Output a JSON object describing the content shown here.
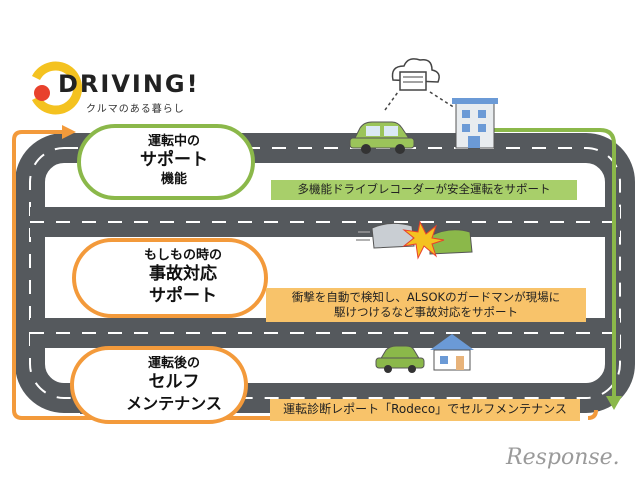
{
  "logo": {
    "title": "DRIVING!",
    "subtitle": "クルマのある暮らし",
    "colors": {
      "yellow": "#f4c220",
      "red": "#e8412c"
    }
  },
  "stages": [
    {
      "lines": [
        "運転中の",
        "サポート",
        "機能"
      ],
      "border_color": "#8bb84a",
      "icon": "driver-person-icon"
    },
    {
      "lines": [
        "もしもの時の",
        "事故対応",
        "サポート"
      ],
      "border_color": "#f39a3b",
      "icon": "security-guard-icon"
    },
    {
      "lines": [
        "運転後の",
        "セルフ",
        "メンテナンス"
      ],
      "border_color": "#f39a3b",
      "icon": "laptop-person-icon"
    }
  ],
  "banners": [
    {
      "lines": [
        "多機能ドライブレコーダーが安全運転をサポート"
      ],
      "color": "#a8cf6a"
    },
    {
      "lines": [
        "衝撃を自動で検知し、ALSOKのガードマンが現場に",
        "駆けつけるなど事故対応をサポート"
      ],
      "color": "#f8c36a"
    },
    {
      "lines": [
        "運転診断レポート「Rodeco」でセルフメンテナンス"
      ],
      "color": "#f8c36a"
    }
  ],
  "colors": {
    "road": "#55595d",
    "lane_marking": "#ffffff",
    "green_arrow": "#8bb84a",
    "orange_arrow": "#f39a3b"
  },
  "watermark": "Response."
}
